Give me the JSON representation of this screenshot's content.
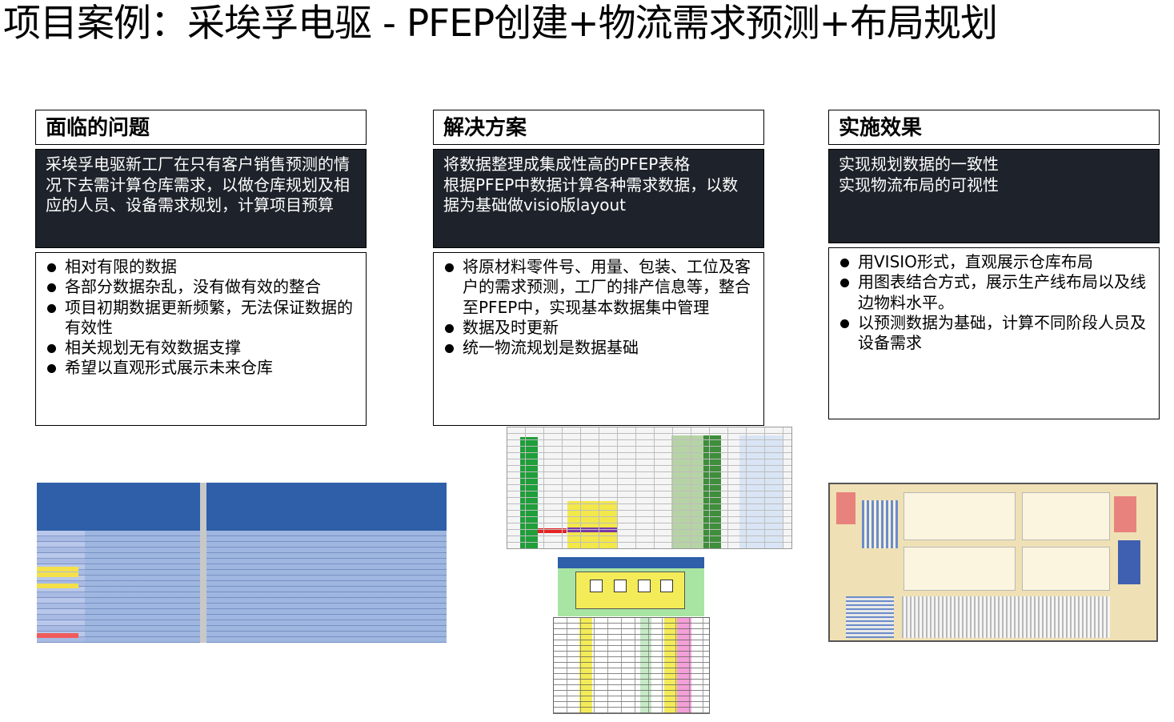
{
  "title": "项目案例：采埃孚电驱 - PFEP创建+物流需求预测+布局规划",
  "columns": [
    {
      "header": "面临的问题",
      "summary": "采埃孚电驱新工厂在只有客户销售预测的情况下去需计算仓库需求，以做仓库规划及相应的人员、设备需求规划，计算项目预算",
      "bullets": [
        "相对有限的数据",
        "各部分数据杂乱，没有做有效的整合",
        "项目初期数据更新频繁，无法保证数据的有效性",
        "相关规划无有效数据支撑",
        "希望以直观形式展示未来仓库"
      ]
    },
    {
      "header": "解决方案",
      "summary": "将数据整理成集成性高的PFEP表格\n根据PFEP中数据计算各种需求数据，以数据为基础做visio版layout",
      "bullets": [
        "将原材料零件号、用量、包装、工位及客户的需求预测，工厂的排产信息等，整合至PFEP中，实现基本数据集中管理",
        "数据及时更新",
        "统一物流规划是数据基础"
      ]
    },
    {
      "header": "实施效果",
      "summary": "实现规划数据的一致性\n实现物流布局的可视性",
      "bullets": [
        "用VISIO形式，直观展示仓库布局",
        "用图表结合方式，展示生产线布局以及线边物料水平。",
        "以预测数据为基础，计算不同阶段人员及设备需求"
      ]
    }
  ],
  "colors": {
    "dark_box": "#1e232b",
    "sheet_blue": "#2e5fa8",
    "plan_floor": "#efe1b5"
  }
}
